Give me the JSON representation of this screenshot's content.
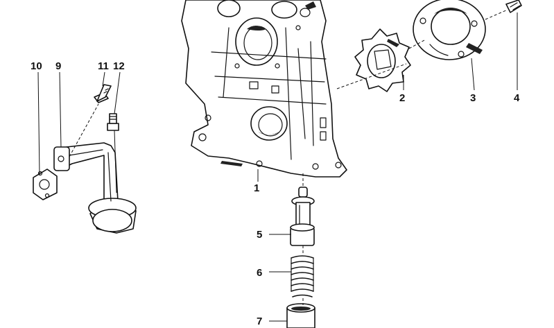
{
  "diagram": {
    "callouts": {
      "c1": "1",
      "c2": "2",
      "c3": "3",
      "c4": "4",
      "c5": "5",
      "c6": "6",
      "c7": "7",
      "c9": "9",
      "c10": "10",
      "c11": "11",
      "c12": "12"
    },
    "colors": {
      "ink": "#111111",
      "paper": "#ffffff"
    }
  }
}
